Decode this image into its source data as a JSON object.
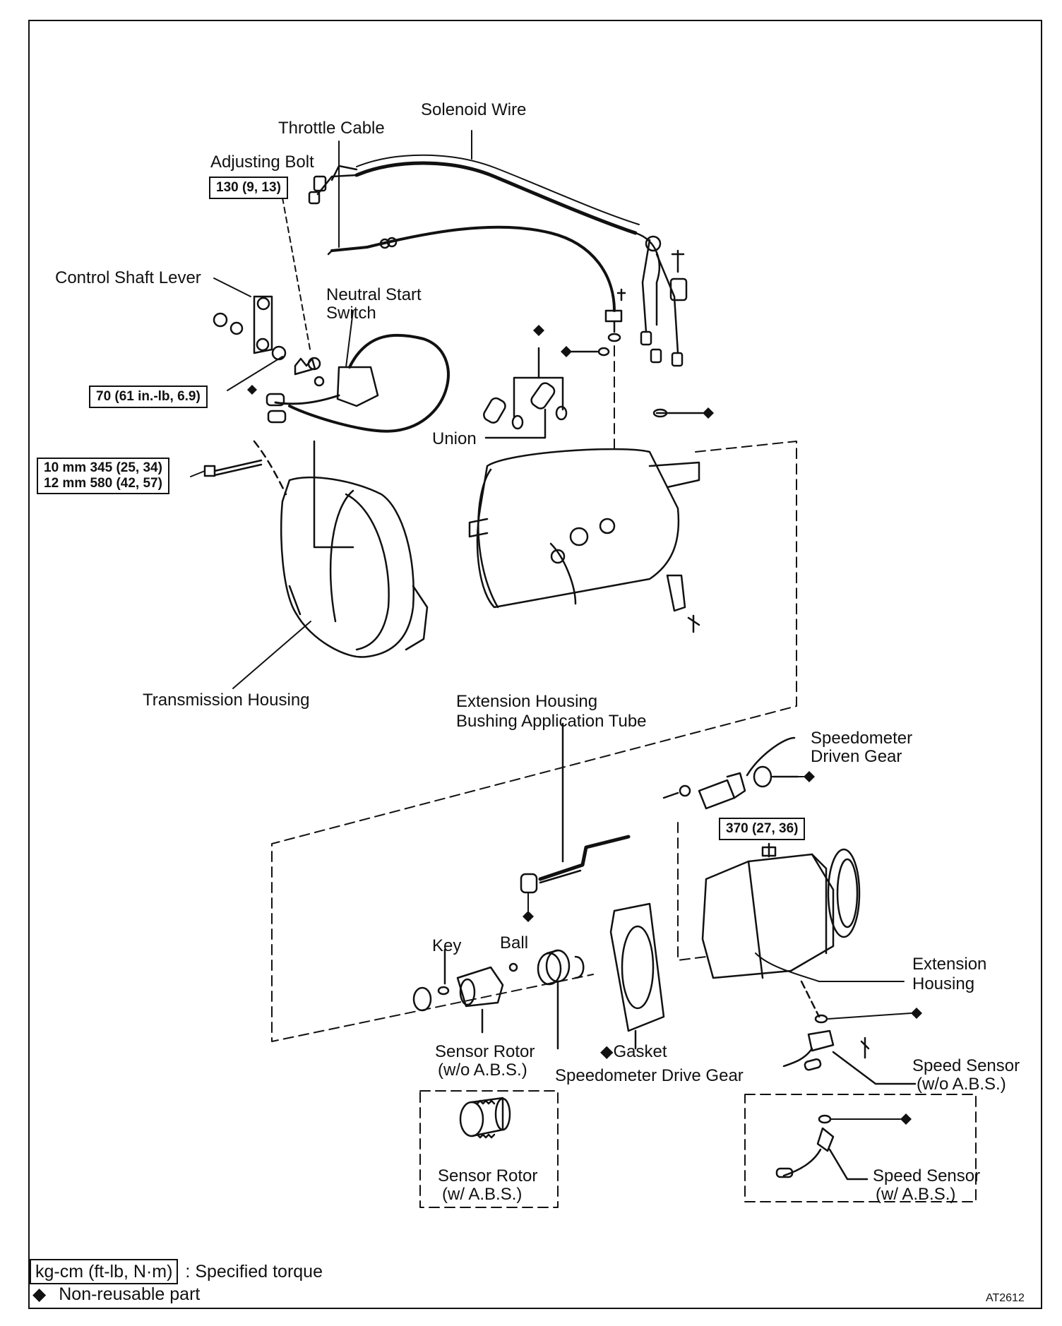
{
  "labels": {
    "solenoid_wire": "Solenoid Wire",
    "throttle_cable": "Throttle Cable",
    "adjusting_bolt": "Adjusting Bolt",
    "control_shaft_lever": "Control Shaft Lever",
    "neutral_start_switch_l1": "Neutral Start",
    "neutral_start_switch_l2": "Switch",
    "union": "Union",
    "transmission_housing": "Transmission Housing",
    "ext_bushing_tube_l1": "Extension Housing",
    "ext_bushing_tube_l2": "Bushing Application Tube",
    "speedo_driven_gear_l1": "Speedometer",
    "speedo_driven_gear_l2": "Driven Gear",
    "key": "Key",
    "ball": "Ball",
    "extension_housing_l1": "Extension",
    "extension_housing_l2": "Housing",
    "sensor_rotor_wo_l1": "Sensor Rotor",
    "sensor_rotor_wo_l2": "(w/o A.B.S.)",
    "gasket": "Gasket",
    "speedo_drive_gear": "Speedometer Drive Gear",
    "speed_sensor_wo_l1": "Speed Sensor",
    "speed_sensor_wo_l2": "(w/o A.B.S.)",
    "sensor_rotor_w_l1": "Sensor Rotor",
    "sensor_rotor_w_l2": "(w/ A.B.S.)",
    "speed_sensor_w_l1": "Speed Sensor",
    "speed_sensor_w_l2": "(w/ A.B.S.)"
  },
  "torques": {
    "adjusting_bolt": "130 (9, 13)",
    "control_shaft_nut": "70 (61 in.-lb, 6.9)",
    "housing_bolt_10": "10 mm  345 (25, 34)",
    "housing_bolt_12": "12 mm  580 (42, 57)",
    "extension_bolt": "370 (27, 36)"
  },
  "legend": {
    "torque_unit": "kg-cm (ft-lb, N·m)",
    "torque_desc": ": Specified torque",
    "nonreusable_symbol": "◆",
    "nonreusable_desc": "Non-reusable part"
  },
  "diamond": "◆",
  "figure_code": "AT2612"
}
